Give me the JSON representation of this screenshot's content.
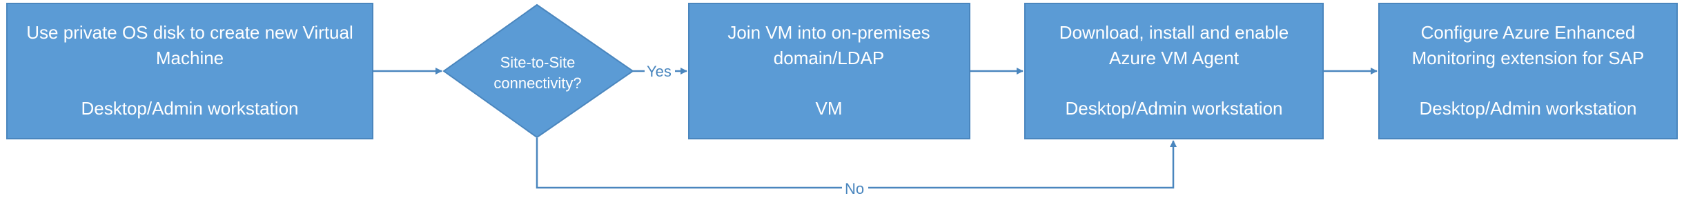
{
  "diagram": {
    "steps": [
      {
        "line1": "Use private OS disk to create new Virtual",
        "line2": "Machine",
        "location": "Desktop/Admin workstation"
      },
      {
        "line1": "Join VM into on-premises",
        "line2": "domain/LDAP",
        "location": "VM"
      },
      {
        "line1": "Download, install and enable",
        "line2": "Azure VM Agent",
        "location": "Desktop/Admin workstation"
      },
      {
        "line1": "Configure Azure Enhanced",
        "line2": "Monitoring extension for SAP",
        "location": "Desktop/Admin workstation"
      }
    ],
    "decision": {
      "line1": "Site-to-Site",
      "line2": "connectivity?"
    },
    "edges": {
      "yes_label": "Yes",
      "no_label": "No"
    },
    "colors": {
      "box_fill": "#5B9BD5",
      "box_border": "#4A86BE",
      "connector": "#4A86BE",
      "text": "#FFFFFF"
    }
  }
}
